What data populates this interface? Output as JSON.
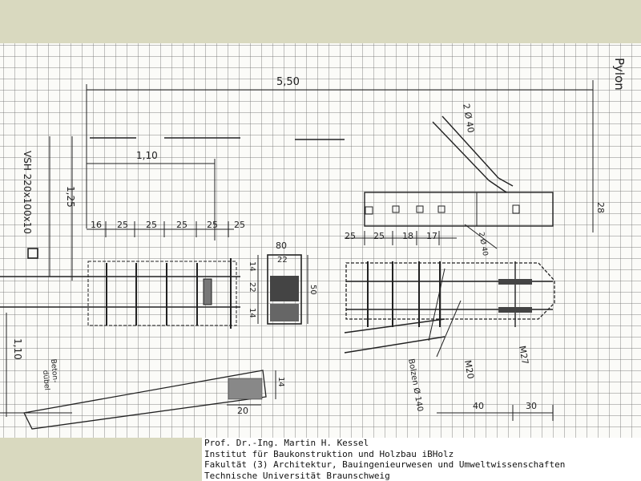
{
  "drawing": {
    "title": "Pylon",
    "labels": {
      "overall_length": "5,50",
      "member_length": "1,10",
      "height_125": "1,25",
      "height_110": "1,10",
      "section_label": "VSH 220x100x10",
      "spacing": [
        "16",
        "25",
        "25",
        "25",
        "25",
        "25"
      ],
      "right_spacing": [
        "25",
        "25",
        "18",
        "17"
      ],
      "cross_section": [
        "80",
        "22",
        "14",
        "22",
        "14",
        "50"
      ],
      "cable": "2 Ø 40",
      "cable_small": "2 Ø 40",
      "depth_28": "28",
      "depth_20": "20",
      "dim_14": "14",
      "dim_40": "40",
      "dim_30": "30",
      "bolt_m20": "M20",
      "bolt_m27": "M27",
      "pins": "Bolzen Ø 140",
      "concrete": [
        "Beton-",
        "dübel"
      ]
    }
  },
  "credits": {
    "line1": "Prof. Dr.-Ing. Martin H. Kessel",
    "line2": "Institut für Baukonstruktion und Holzbau iBHolz",
    "line3": "Fakultät (3) Architektur, Bauingenieurwesen und Umweltwissenschaften",
    "line4": "Technische Universität Braunschweig"
  }
}
